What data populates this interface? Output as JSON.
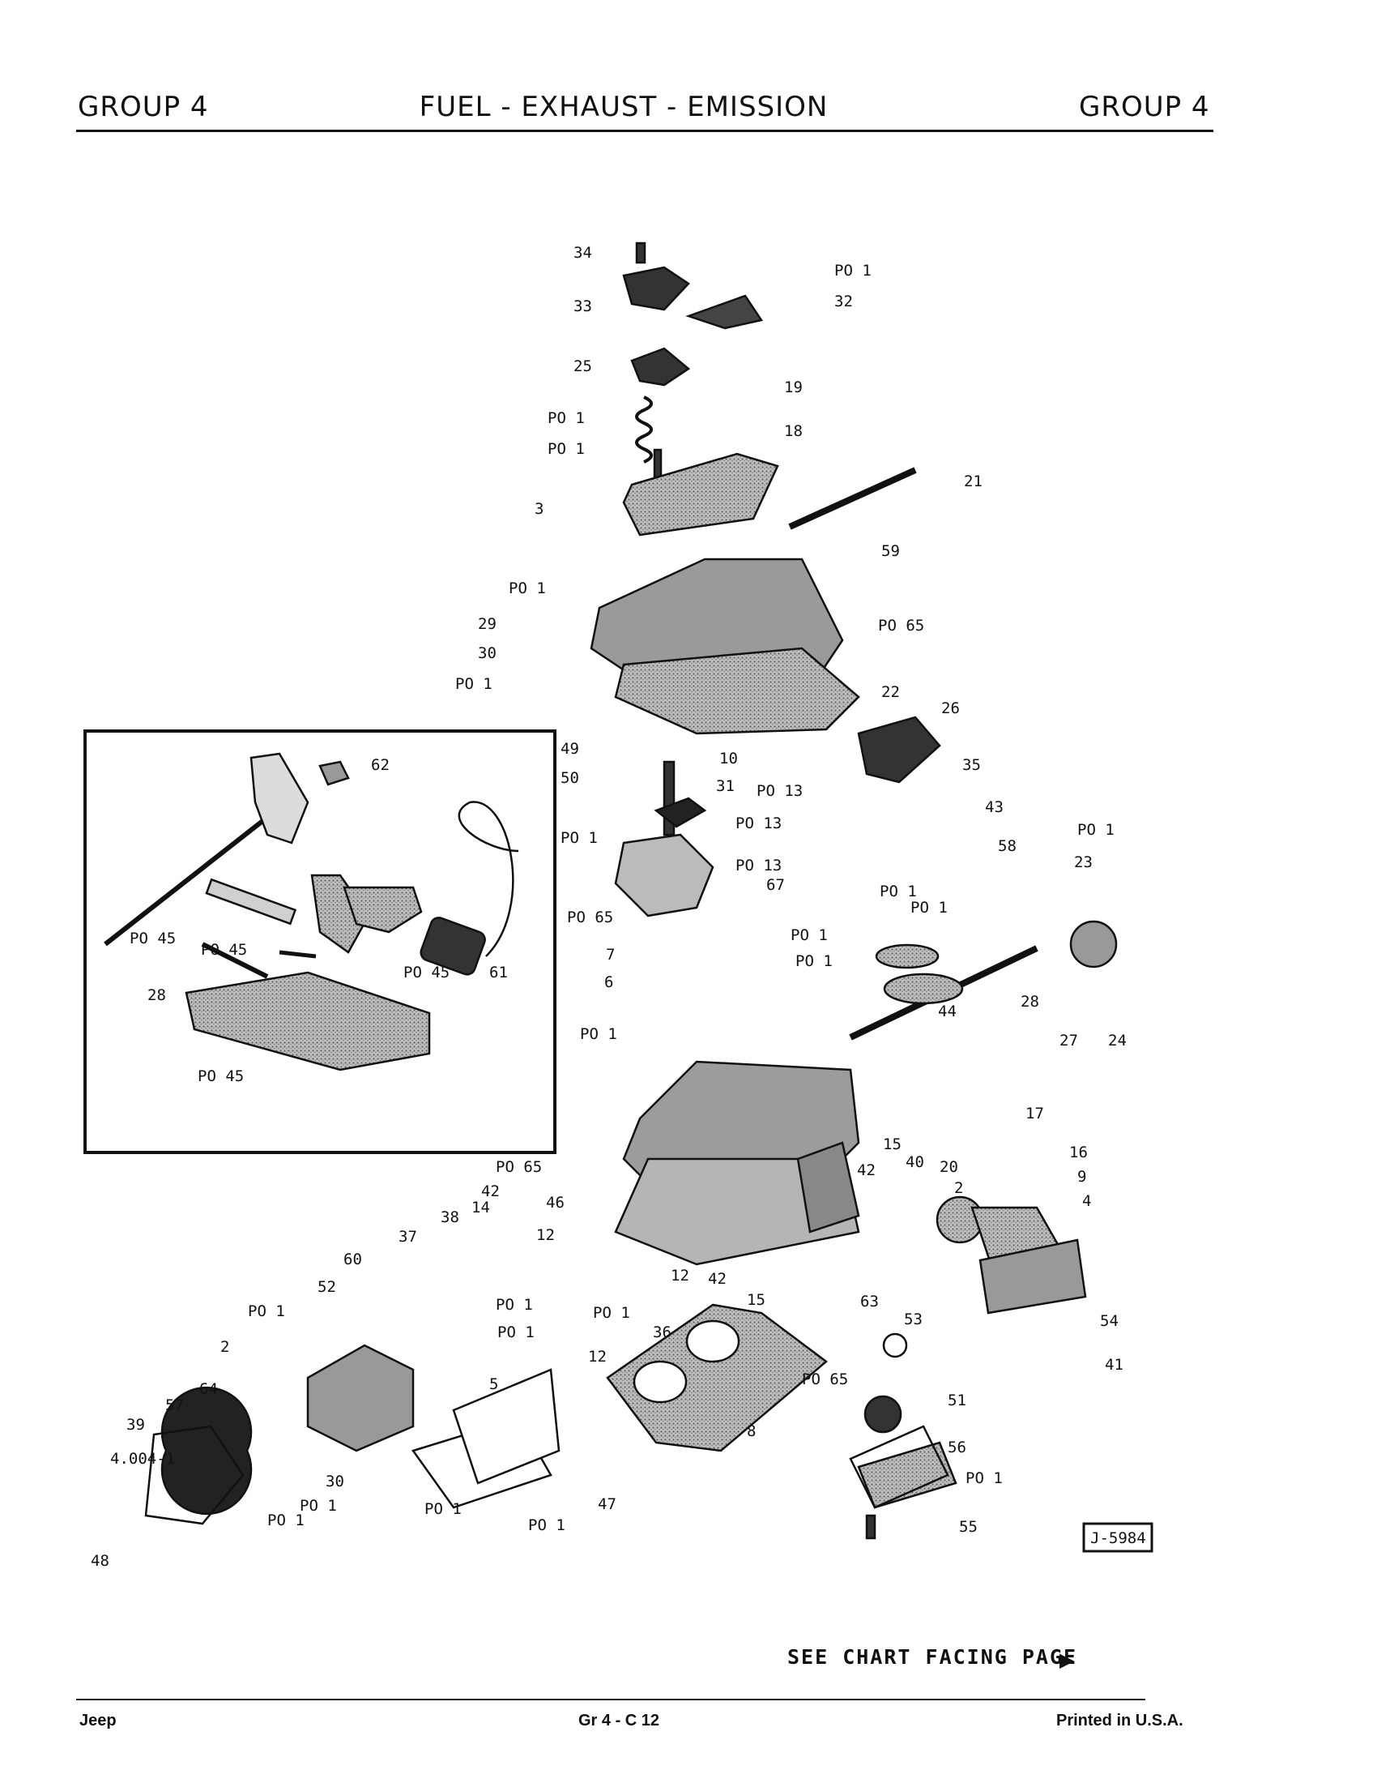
{
  "header": {
    "left": "GROUP 4",
    "center": "FUEL - EXHAUST - EMISSION",
    "right": "GROUP 4"
  },
  "figure_id": "J-5984",
  "see_chart": "SEE CHART FACING PAGE",
  "footer": {
    "left": "Jeep",
    "center": "Gr 4 - C 12",
    "right": "Printed in U.S.A."
  },
  "callouts": [
    "34",
    "PO 1",
    "32",
    "33",
    "25",
    "19",
    "PO 1",
    "18",
    "PO 1",
    "21",
    "3",
    "59",
    "PO 1",
    "29",
    "PO 65",
    "30",
    "PO 1",
    "22",
    "26",
    "49",
    "10",
    "50",
    "31",
    "PO 13",
    "35",
    "PO 13",
    "43",
    "PO 1",
    "PO 1",
    "58",
    "PO 13",
    "23",
    "67",
    "PO 65",
    "PO 1",
    "PO 1",
    "PO 1",
    "7",
    "PO 1",
    "6",
    "44",
    "28",
    "27",
    "24",
    "PO 1",
    "17",
    "16",
    "PO 65",
    "9",
    "15",
    "40",
    "42",
    "20",
    "4",
    "2",
    "14",
    "42",
    "46",
    "38",
    "37",
    "12",
    "60",
    "12",
    "PO 1",
    "15",
    "63",
    "52",
    "42",
    "PO 1",
    "PO 1",
    "36",
    "53",
    "PO 1",
    "54",
    "12",
    "5",
    "41",
    "2",
    "PO 65",
    "51",
    "64",
    "57",
    "39",
    "56",
    "4.004-1",
    "8",
    "PO 1",
    "30",
    "PO 1",
    "PO 1",
    "PO 1",
    "PO 1",
    "47",
    "55",
    "48"
  ],
  "inset_callouts": [
    "62",
    "PO 45",
    "PO 45",
    "PO 45",
    "61",
    "28",
    "PO 45"
  ]
}
